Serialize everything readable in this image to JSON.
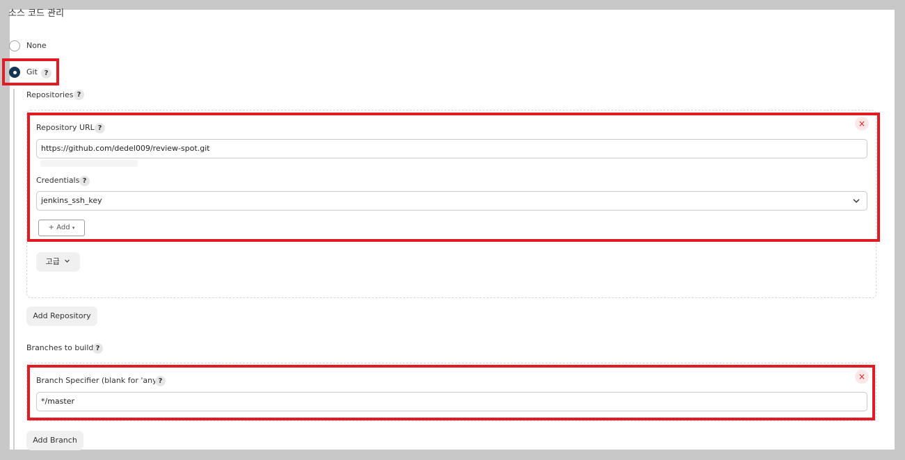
{
  "section": {
    "title": "소스 코드 관리"
  },
  "scm_options": [
    {
      "label": "None",
      "selected": false
    },
    {
      "label": "Git",
      "selected": true
    }
  ],
  "help_icon_glyph": "?",
  "repositories": {
    "label": "Repositories",
    "repository_url_label": "Repository URL",
    "repository_url_value": "https://github.com/dedel009/review-spot.git",
    "credentials_label": "Credentials",
    "credentials_value": "jenkins_ssh_key",
    "add_button_label": "Add",
    "advanced_button_label": "고급",
    "add_repository_label": "Add Repository",
    "remove_glyph": "×"
  },
  "branches": {
    "label": "Branches to build",
    "branch_specifier_label": "Branch Specifier (blank for 'any')",
    "branch_specifier_value": "*/master",
    "add_branch_label": "Add Branch",
    "remove_glyph": "×"
  },
  "colors": {
    "highlight": "#e01b24",
    "radio_selected": "#163552",
    "background_outer": "#c8c8c8"
  },
  "icons": {
    "radio_unchecked": "radio-unchecked-icon",
    "radio_checked": "radio-checked-icon",
    "help": "help-icon",
    "close": "close-icon",
    "chevron_down": "chevron-down-icon",
    "plus": "plus-icon",
    "caret_down": "caret-down-icon"
  }
}
